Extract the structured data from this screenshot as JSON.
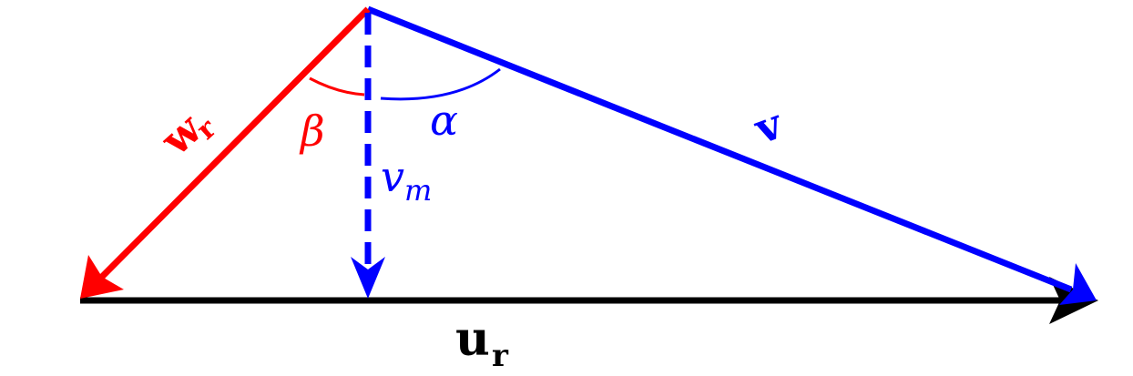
{
  "diagram": {
    "labels": {
      "wr_main": "w",
      "wr_sub": "r",
      "v": "v",
      "vm_main": "v",
      "vm_sub": "m",
      "ur_main": "u",
      "ur_sub": "r",
      "beta": "β",
      "alpha": "α"
    },
    "colors": {
      "relative": "#ff0000",
      "absolute": "#0000ff",
      "rotor": "#000000"
    }
  }
}
